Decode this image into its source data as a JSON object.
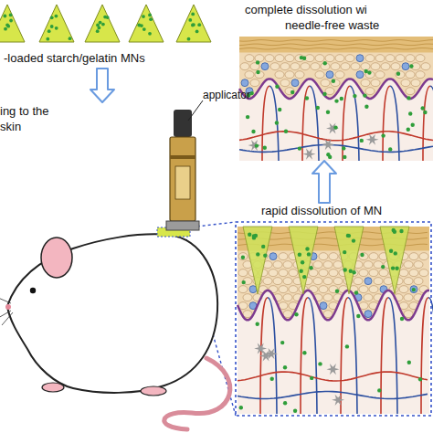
{
  "diagram": {
    "nodes": [
      {
        "text": [
          "-loaded starch/gelatin MNs"
        ]
      },
      {
        "text": [
          "ing to the",
          "skin"
        ]
      },
      {
        "text": [
          "rapid dissolution of MN"
        ]
      },
      {
        "text": [
          "complete dissolution wi",
          "needle-free waste"
        ]
      }
    ],
    "edges": [
      {
        "from": 0,
        "to": 1,
        "arrow": "to"
      },
      {
        "from": 2,
        "to": 3,
        "arrow": "to"
      }
    ],
    "labels": [
      "applicator"
    ]
  }
}
